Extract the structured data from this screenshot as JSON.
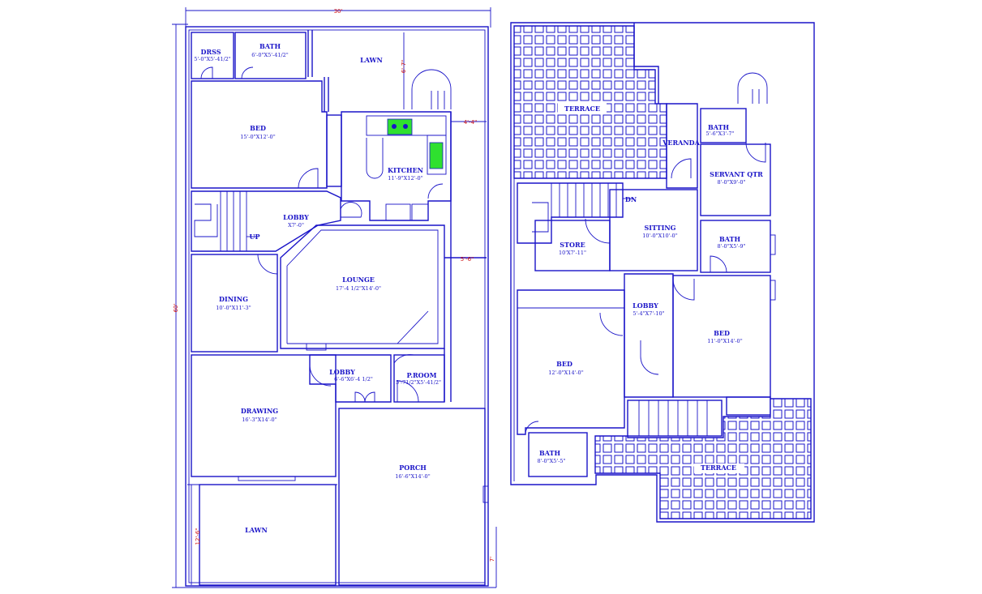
{
  "ground_floor": {
    "dims": {
      "width": "30'",
      "depth": "60'",
      "lawn_rear": "6'-7\"",
      "kitchen_side": "4'-4\"",
      "lounge_side": "5'-6\"",
      "lawn_front": "12'-6\"",
      "front_setback": "7'"
    },
    "rooms": {
      "dress": {
        "name": "DRSS",
        "size": "5'-0\"X5'-41/2\""
      },
      "bath": {
        "name": "BATH",
        "size": "6'-0\"X5'-41/2\""
      },
      "lawn_back": {
        "name": "LAWN"
      },
      "bed": {
        "name": "BED",
        "size": "15'-0\"X12'-0\""
      },
      "kitchen": {
        "name": "KITCHEN",
        "size": "11'-9\"X12'-0\""
      },
      "lobby": {
        "name": "LOBBY",
        "size": "X7'-0\""
      },
      "stair_up": {
        "name": "UP"
      },
      "lounge": {
        "name": "LOUNGE",
        "size": "17'-4 1/2\"X14'-0\""
      },
      "dining": {
        "name": "DINING",
        "size": "10'-0\"X11'-3\""
      },
      "lobby_front": {
        "name": "LOBBY",
        "size": "6'-6\"X6'-4 1/2\""
      },
      "powder": {
        "name": "P.ROOM",
        "size": "5'-71/2\"X5'-41/2\""
      },
      "drawing": {
        "name": "DRAWING",
        "size": "16'-3\"X14'-0\""
      },
      "porch": {
        "name": "PORCH",
        "size": "16'-6\"X14'-0\""
      },
      "lawn_front": {
        "name": "LAWN"
      }
    }
  },
  "first_floor": {
    "rooms": {
      "terrace_back": {
        "name": "TERRACE"
      },
      "veranda": {
        "name": "VERANDA"
      },
      "bath_servant": {
        "name": "BATH",
        "size": "5'-6\"X3'-7\""
      },
      "servant": {
        "name": "SERVANT QTR",
        "size": "8'-0\"X9'-0\""
      },
      "stair_dn": {
        "name": "DN"
      },
      "sitting": {
        "name": "SITTING",
        "size": "10'-0\"X10'-0\""
      },
      "store": {
        "name": "STORE",
        "size": "10'X7'-11\""
      },
      "bath_mid": {
        "name": "BATH",
        "size": "8'-0\"X5'-9\""
      },
      "lobby": {
        "name": "LOBBY",
        "size": "5'-4\"X7'-10\""
      },
      "bed_right": {
        "name": "BED",
        "size": "11'-0\"X14'-0\""
      },
      "bed_left": {
        "name": "BED",
        "size": "12'-0\"X14'-0\""
      },
      "bath_front": {
        "name": "BATH",
        "size": "8'-0\"X5'-5\""
      },
      "terrace_front": {
        "name": "TERRACE"
      }
    }
  },
  "colors": {
    "line": "#1a14c8",
    "dimension": "#d01010",
    "fixture": "#2fe02f"
  }
}
